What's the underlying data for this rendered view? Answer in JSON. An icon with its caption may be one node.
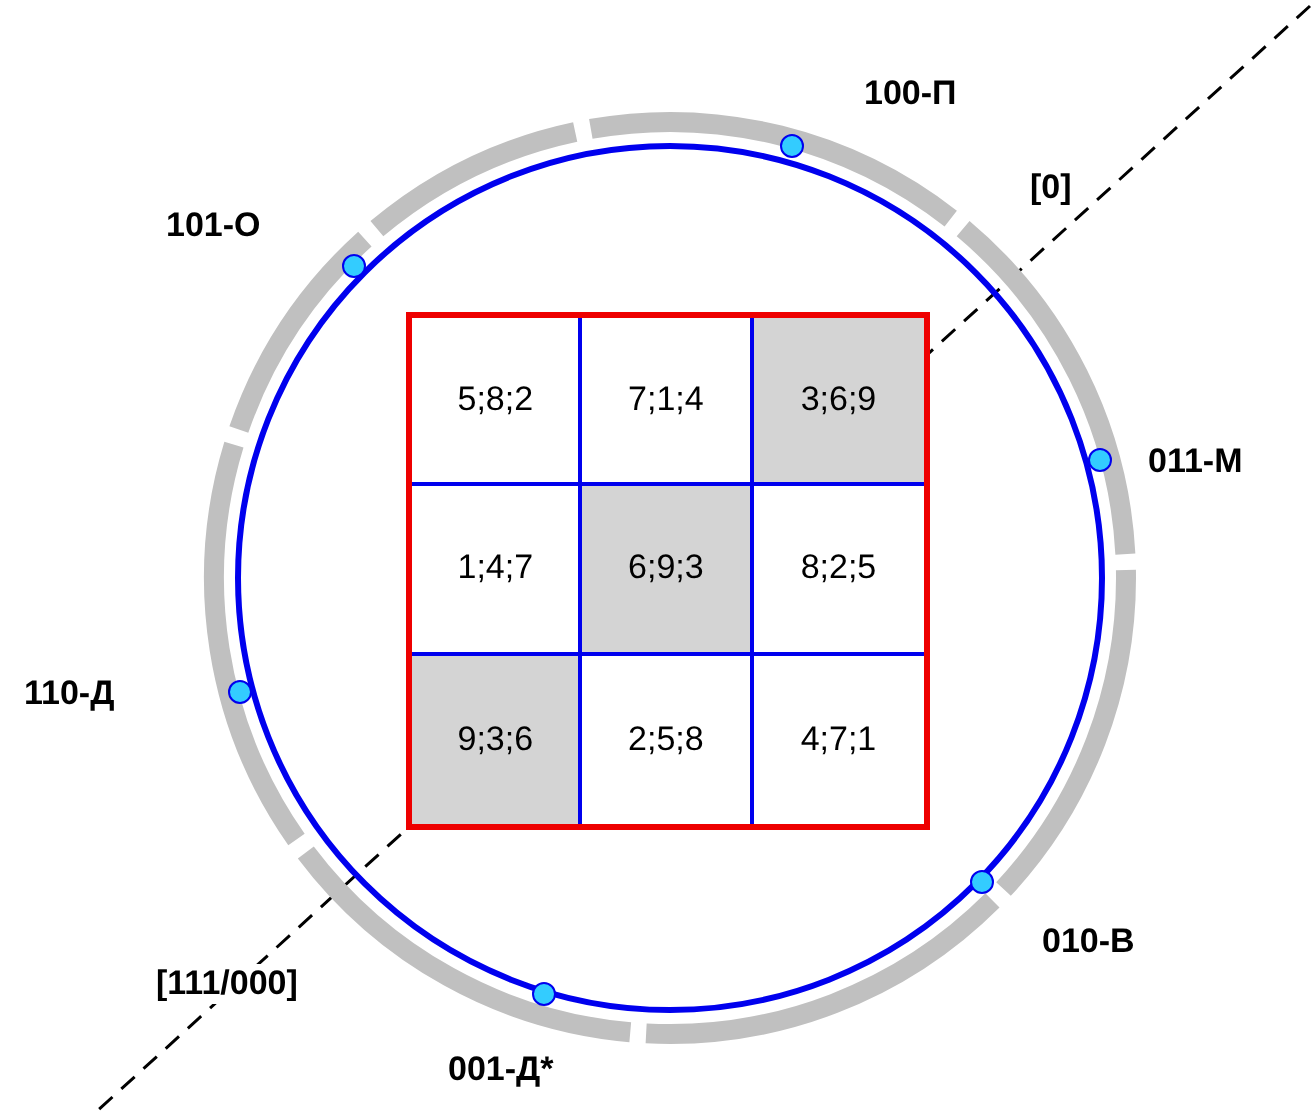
{
  "diagram": {
    "nodes": [
      {
        "text": [],
        "shape": "circle",
        "beside": [
          "100-П"
        ]
      },
      {
        "text": [],
        "shape": "circle",
        "beside": [
          "101-О"
        ]
      },
      {
        "text": [],
        "shape": "circle",
        "beside": [
          "011-М"
        ]
      },
      {
        "text": [],
        "shape": "circle",
        "beside": [
          "110-Д"
        ]
      },
      {
        "text": [],
        "shape": "circle",
        "beside": [
          "010-В"
        ]
      },
      {
        "text": [],
        "shape": "circle",
        "beside": [
          "001-Д*"
        ]
      }
    ],
    "labels": [
      "[0]",
      "5;8;2",
      "7;1;4",
      "3;6;9",
      "1;4;7",
      "6;9;3",
      "8;2;5",
      "9;3;6",
      "2;5;8",
      "4;7;1",
      "[111/000]"
    ]
  }
}
